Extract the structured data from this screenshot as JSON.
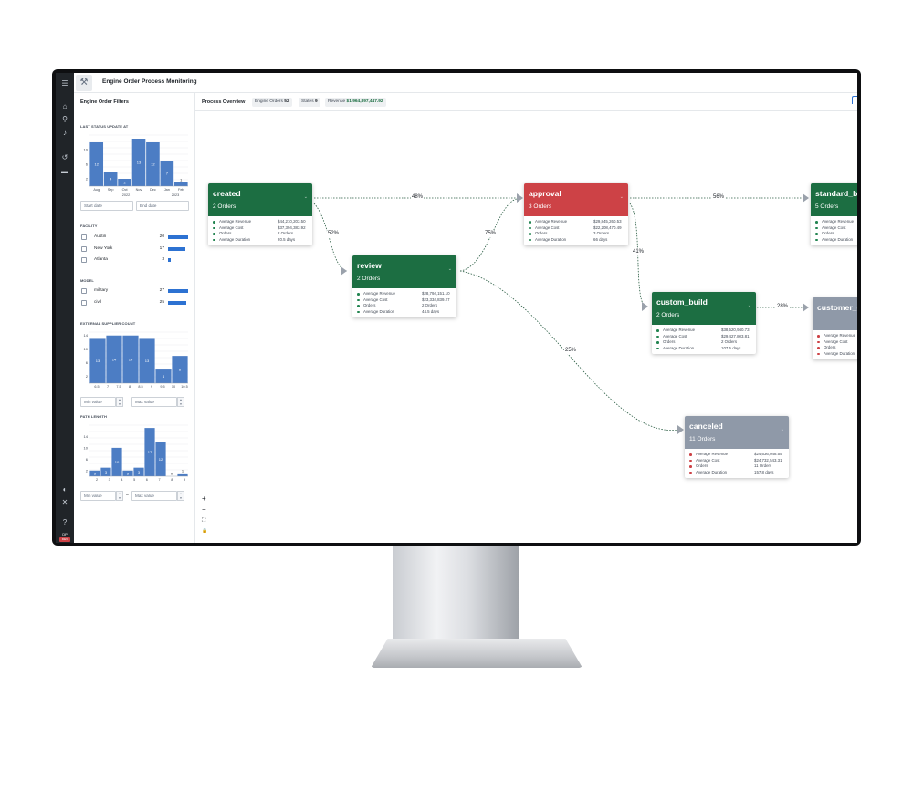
{
  "app": {
    "title": "Engine Order Process Monitoring"
  },
  "rail": {
    "icons": [
      "menu-icon",
      "home-icon",
      "search-icon",
      "bell-icon",
      "history-icon",
      "folder-icon",
      "help-icon",
      "shuffle-icon",
      "question-icon"
    ],
    "user_initials": "DP",
    "user_badge": "DEV"
  },
  "filters": {
    "title": "Engine Order Filters",
    "last_status": {
      "label": "LAST STATUS UPDATE AT",
      "y_ticks": [
        "10",
        "6",
        "2"
      ],
      "bars": [
        {
          "x": "Aug",
          "value": 12
        },
        {
          "x": "Sep",
          "value": 4
        },
        {
          "x": "Oct",
          "value": 2
        },
        {
          "x": "Nov",
          "value": 13
        },
        {
          "x": "Dec",
          "value": 12
        },
        {
          "x": "Jan",
          "value": 7
        },
        {
          "x": "Feb",
          "value": 1
        }
      ],
      "year_labels": [
        "2022",
        "2023"
      ],
      "start_placeholder": "Start date",
      "end_placeholder": "End date"
    },
    "facility": {
      "label": "FACILITY",
      "items": [
        {
          "label": "Austin",
          "count": "20",
          "fraction": 1.0
        },
        {
          "label": "New York",
          "count": "17",
          "fraction": 0.85
        },
        {
          "label": "Atlanta",
          "count": "3",
          "fraction": 0.15
        }
      ]
    },
    "model": {
      "label": "MODEL",
      "items": [
        {
          "label": "military",
          "count": "27",
          "fraction": 1.0
        },
        {
          "label": "civil",
          "count": "25",
          "fraction": 0.93
        }
      ]
    },
    "supplier": {
      "label": "EXTERNAL SUPPLIER COUNT",
      "y_ticks": [
        "14",
        "10",
        "6",
        "2"
      ],
      "bars": [
        {
          "x": "6.5",
          "value": 13
        },
        {
          "x": "7",
          "value": 14
        },
        {
          "x": "7.5",
          "value": 14
        },
        {
          "x": "8",
          "value": 13
        },
        {
          "x": "8.5",
          "value": 4
        },
        {
          "x": "9",
          "value": 8
        }
      ],
      "x_ticks": [
        "6.5",
        "7",
        "7.5",
        "8",
        "8.5",
        "9",
        "9.5",
        "10",
        "10.5"
      ],
      "min_placeholder": "Min value",
      "max_placeholder": "Max value",
      "sep": "–"
    },
    "path": {
      "label": "PATH LENGTH",
      "y_ticks": [
        "14",
        "10",
        "6",
        "2"
      ],
      "bars": [
        {
          "x": "2",
          "value": 2
        },
        {
          "x": "3",
          "value": 3
        },
        {
          "x": "4",
          "value": 10
        },
        {
          "x": "5",
          "value": 2
        },
        {
          "x": "6",
          "value": 3
        },
        {
          "x": "7",
          "value": 17
        },
        {
          "x": "8",
          "value": 12
        },
        {
          "x": "9",
          "value": 0
        },
        {
          "x": "10",
          "value": 1
        }
      ],
      "x_ticks": [
        "2",
        "3",
        "4",
        "5",
        "6",
        "7",
        "8",
        "9"
      ],
      "min_placeholder": "Min value",
      "max_placeholder": "Max value",
      "sep": "–"
    }
  },
  "overview": {
    "title": "Process Overview",
    "orders_label": "Engine Orders",
    "orders_value": "52",
    "states_label": "States",
    "states_value": "9",
    "revenue_label": "Revenue",
    "revenue_value": "$1,964,897,447.92"
  },
  "metric_labels": [
    "Average Revenue",
    "Average Cost",
    "Orders",
    "Average Duration"
  ],
  "nodes": {
    "created": {
      "title": "created",
      "orders": "2 Orders",
      "values": [
        "$44,210,203.50",
        "$37,394,383.92",
        "2 Orders",
        "20.5 days"
      ]
    },
    "review": {
      "title": "review",
      "orders": "2 Orders",
      "values": [
        "$28,794,151.10",
        "$23,334,839.27",
        "2 Orders",
        "44.5 days"
      ]
    },
    "approval": {
      "title": "approval",
      "orders": "3 Orders",
      "values": [
        "$29,845,260.53",
        "$22,208,470.49",
        "3 Orders",
        "66 days"
      ]
    },
    "standard_build": {
      "title": "standard_build",
      "orders": "5 Orders",
      "values": [
        "",
        "",
        "",
        ""
      ]
    },
    "custom_build": {
      "title": "custom_build",
      "orders": "2 Orders",
      "values": [
        "$38,520,940.73",
        "$29,427,803.81",
        "2 Orders",
        "107.5 days"
      ]
    },
    "customer": {
      "title": "customer_ok",
      "orders": "",
      "values": [
        "",
        "",
        "",
        ""
      ]
    },
    "canceled": {
      "title": "canceled",
      "orders": "11 Orders",
      "values": [
        "$24,636,048.55",
        "$24,732,543.31",
        "11 Orders",
        "157.8 days"
      ]
    }
  },
  "edges": {
    "created_approval": "48%",
    "created_review": "52%",
    "review_approval": "75%",
    "review_canceled": "25%",
    "approval_standard": "56%",
    "approval_custom": "41%",
    "custom_customer": "28%"
  },
  "zoom": {
    "plus": "+",
    "minus": "−",
    "fit": "⛶",
    "lock": "🔒"
  }
}
